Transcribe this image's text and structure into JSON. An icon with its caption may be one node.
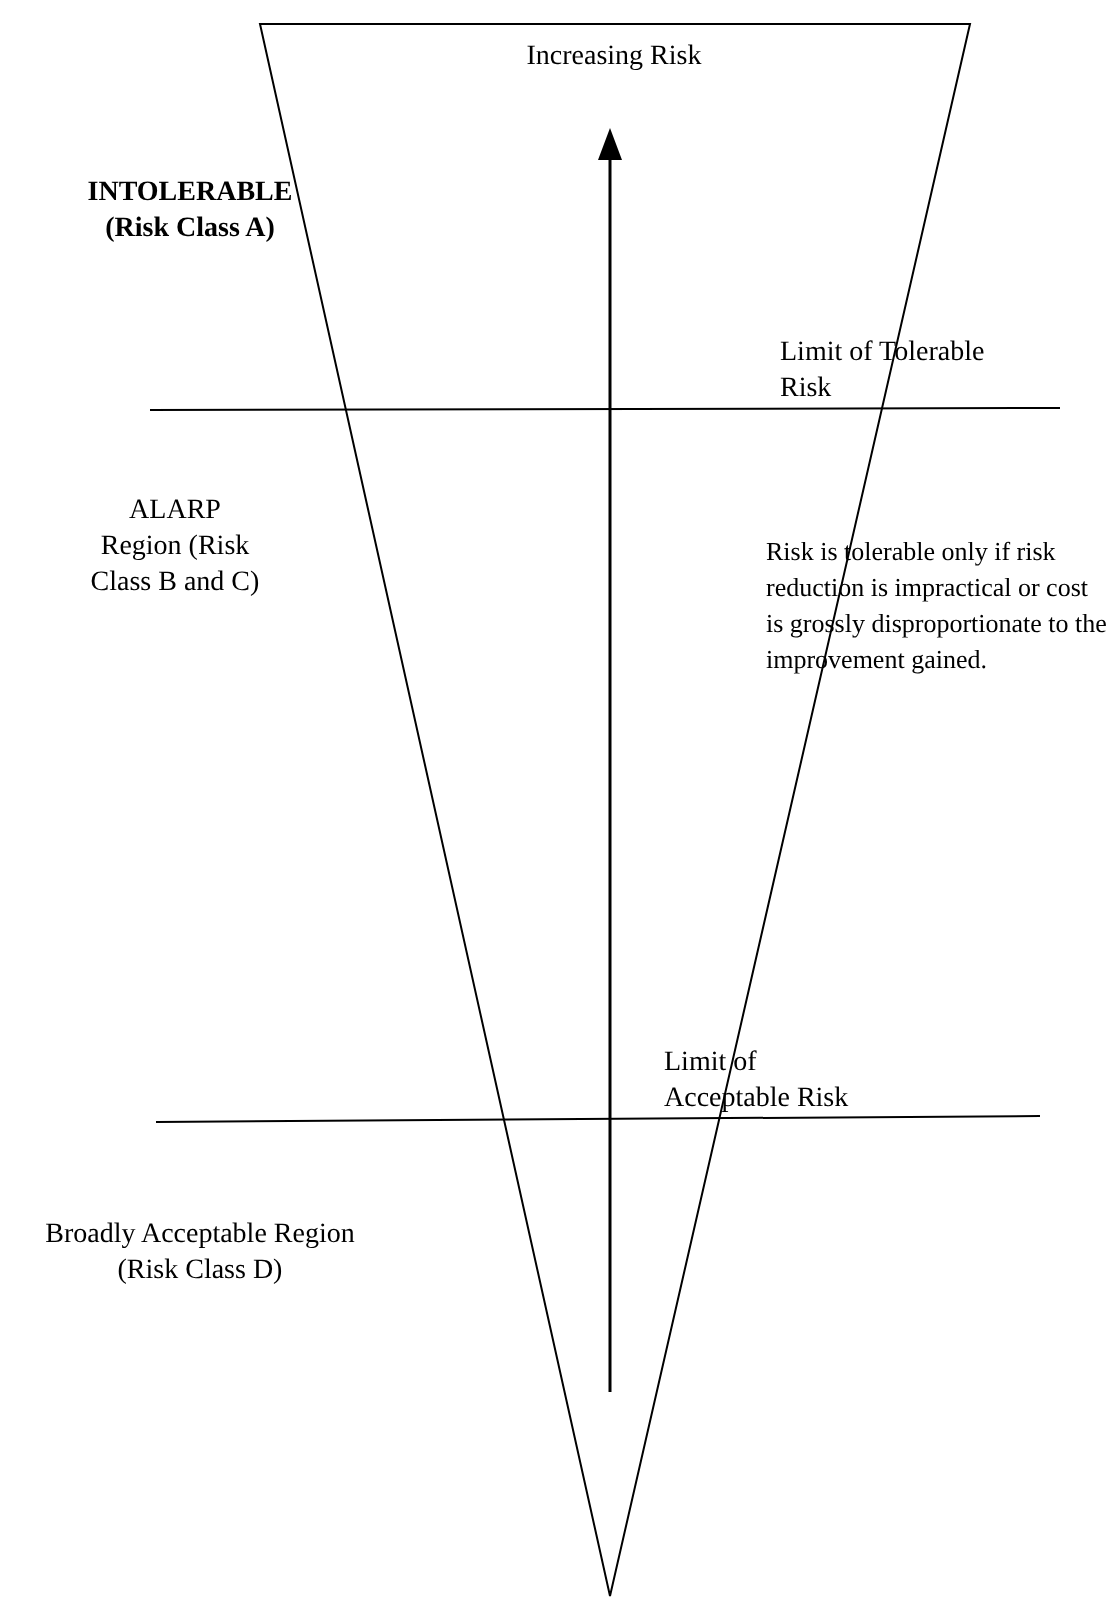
{
  "diagram": {
    "labels": [
      "Increasing Risk",
      "INTOLERABLE (Risk Class A)",
      "Limit of Tolerable Risk",
      "ALARP Region (Risk Class B and C)",
      "Risk is tolerable only if risk reduction is impractical or cost is grossly disproportionate to the improvement gained.",
      "Limit of Acceptable Risk",
      "Broadly Acceptable Region (Risk Class D)"
    ]
  }
}
